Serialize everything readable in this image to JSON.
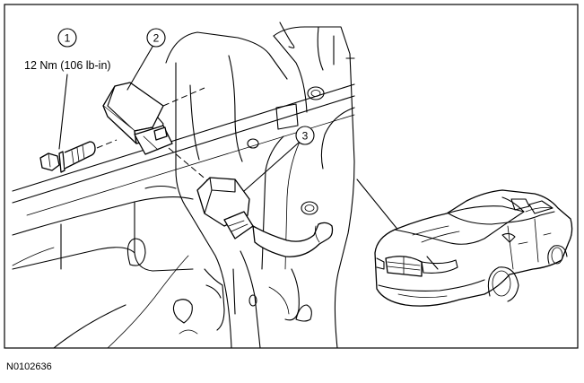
{
  "diagram": {
    "callouts": [
      {
        "number": "1"
      },
      {
        "number": "2"
      },
      {
        "number": "3"
      }
    ],
    "torque_label": "12 Nm (106 lb-in)",
    "figure_code": "N0102636"
  }
}
